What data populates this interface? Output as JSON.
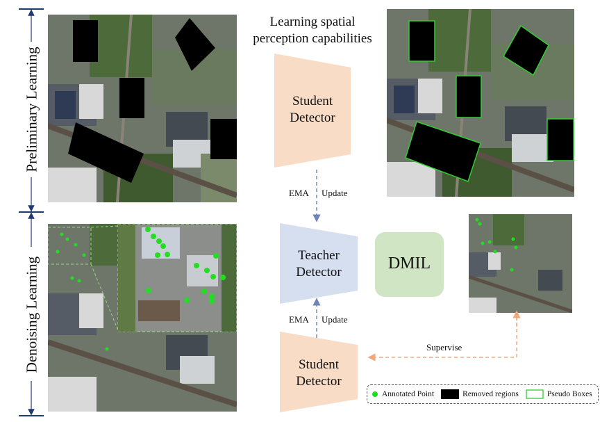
{
  "colors": {
    "student_fill": "#f8dcc6",
    "teacher_fill": "#d6dff0",
    "dmil_fill": "#cfe5c3",
    "annotated_point": "#22dd22",
    "pseudo_box": "#33cc33",
    "ema_arrow": "#6f83b8",
    "supervise_arrow": "#f0a77a",
    "row_bracket": "#1f3a6e"
  },
  "rows": {
    "top": "Preliminary Learning",
    "bottom": "Denoising Learning"
  },
  "top_caption": {
    "line1": "Learning spatial",
    "line2": "perception capabilities"
  },
  "student_top": {
    "line1": "Student",
    "line2": "Detector"
  },
  "ema_top": {
    "left": "EMA",
    "right": "Update"
  },
  "teacher": {
    "line1": "Teacher",
    "line2": "Detector"
  },
  "dmil": "DMIL",
  "ema_bottom": {
    "left": "EMA",
    "right": "Update"
  },
  "student_bottom": {
    "line1": "Student",
    "line2": "Detector"
  },
  "supervise": "Supervise",
  "legend": {
    "annotated": "Annotated Point",
    "removed": "Removed regions",
    "pseudo": "Pseudo Boxes"
  },
  "icons": [
    "annotated-point-icon",
    "removed-region-icon",
    "pseudo-box-icon"
  ]
}
